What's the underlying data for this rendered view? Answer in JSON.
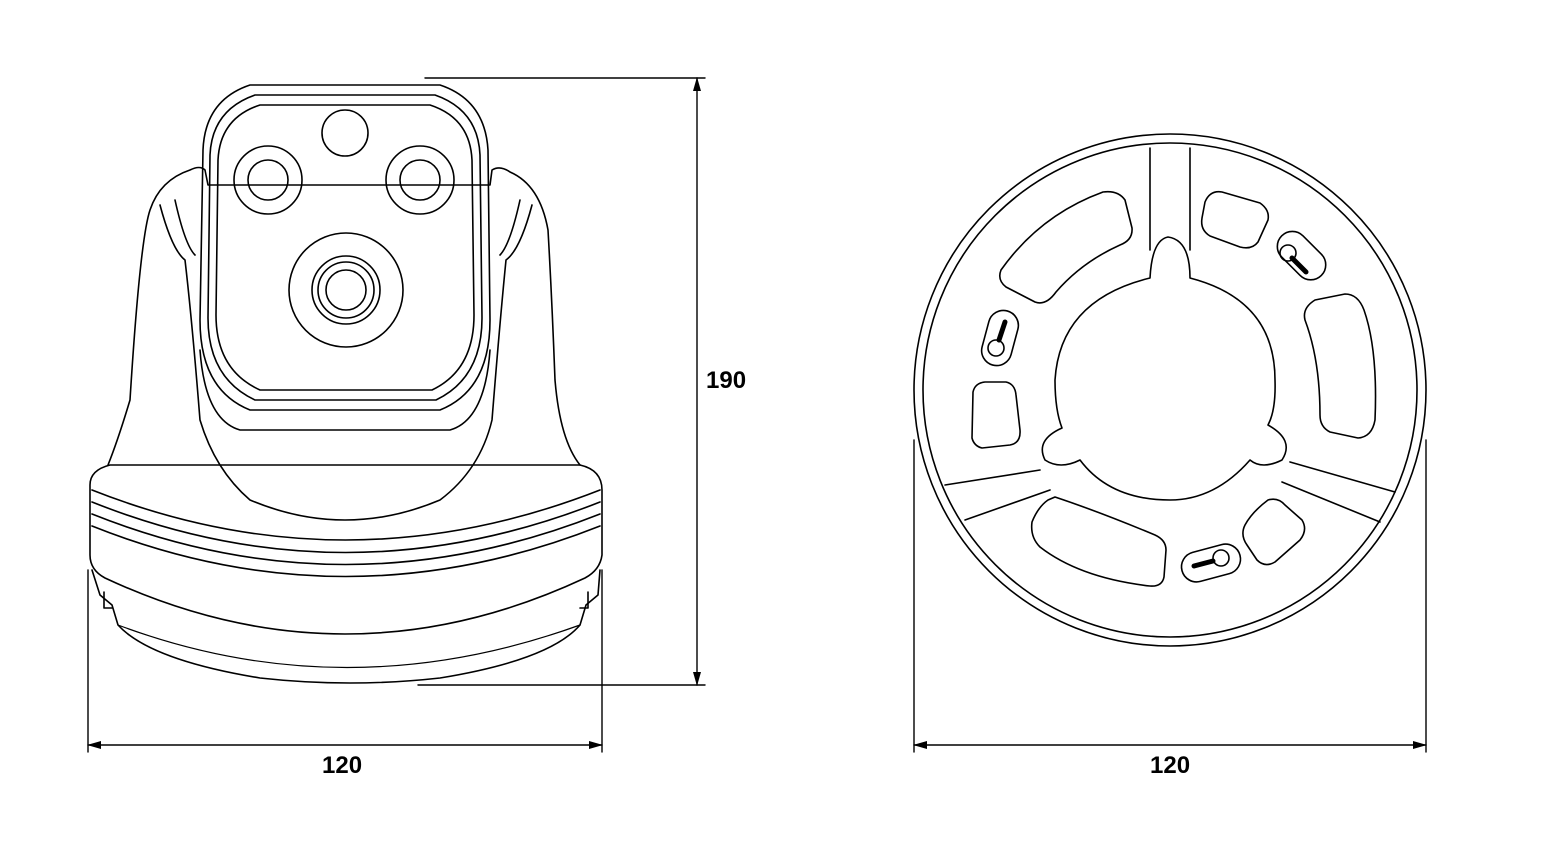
{
  "drawing": {
    "front_view": {
      "width_label": "120",
      "height_label": "190"
    },
    "base_view": {
      "width_label": "120"
    }
  },
  "colors": {
    "line": "#000000",
    "background": "#ffffff"
  }
}
